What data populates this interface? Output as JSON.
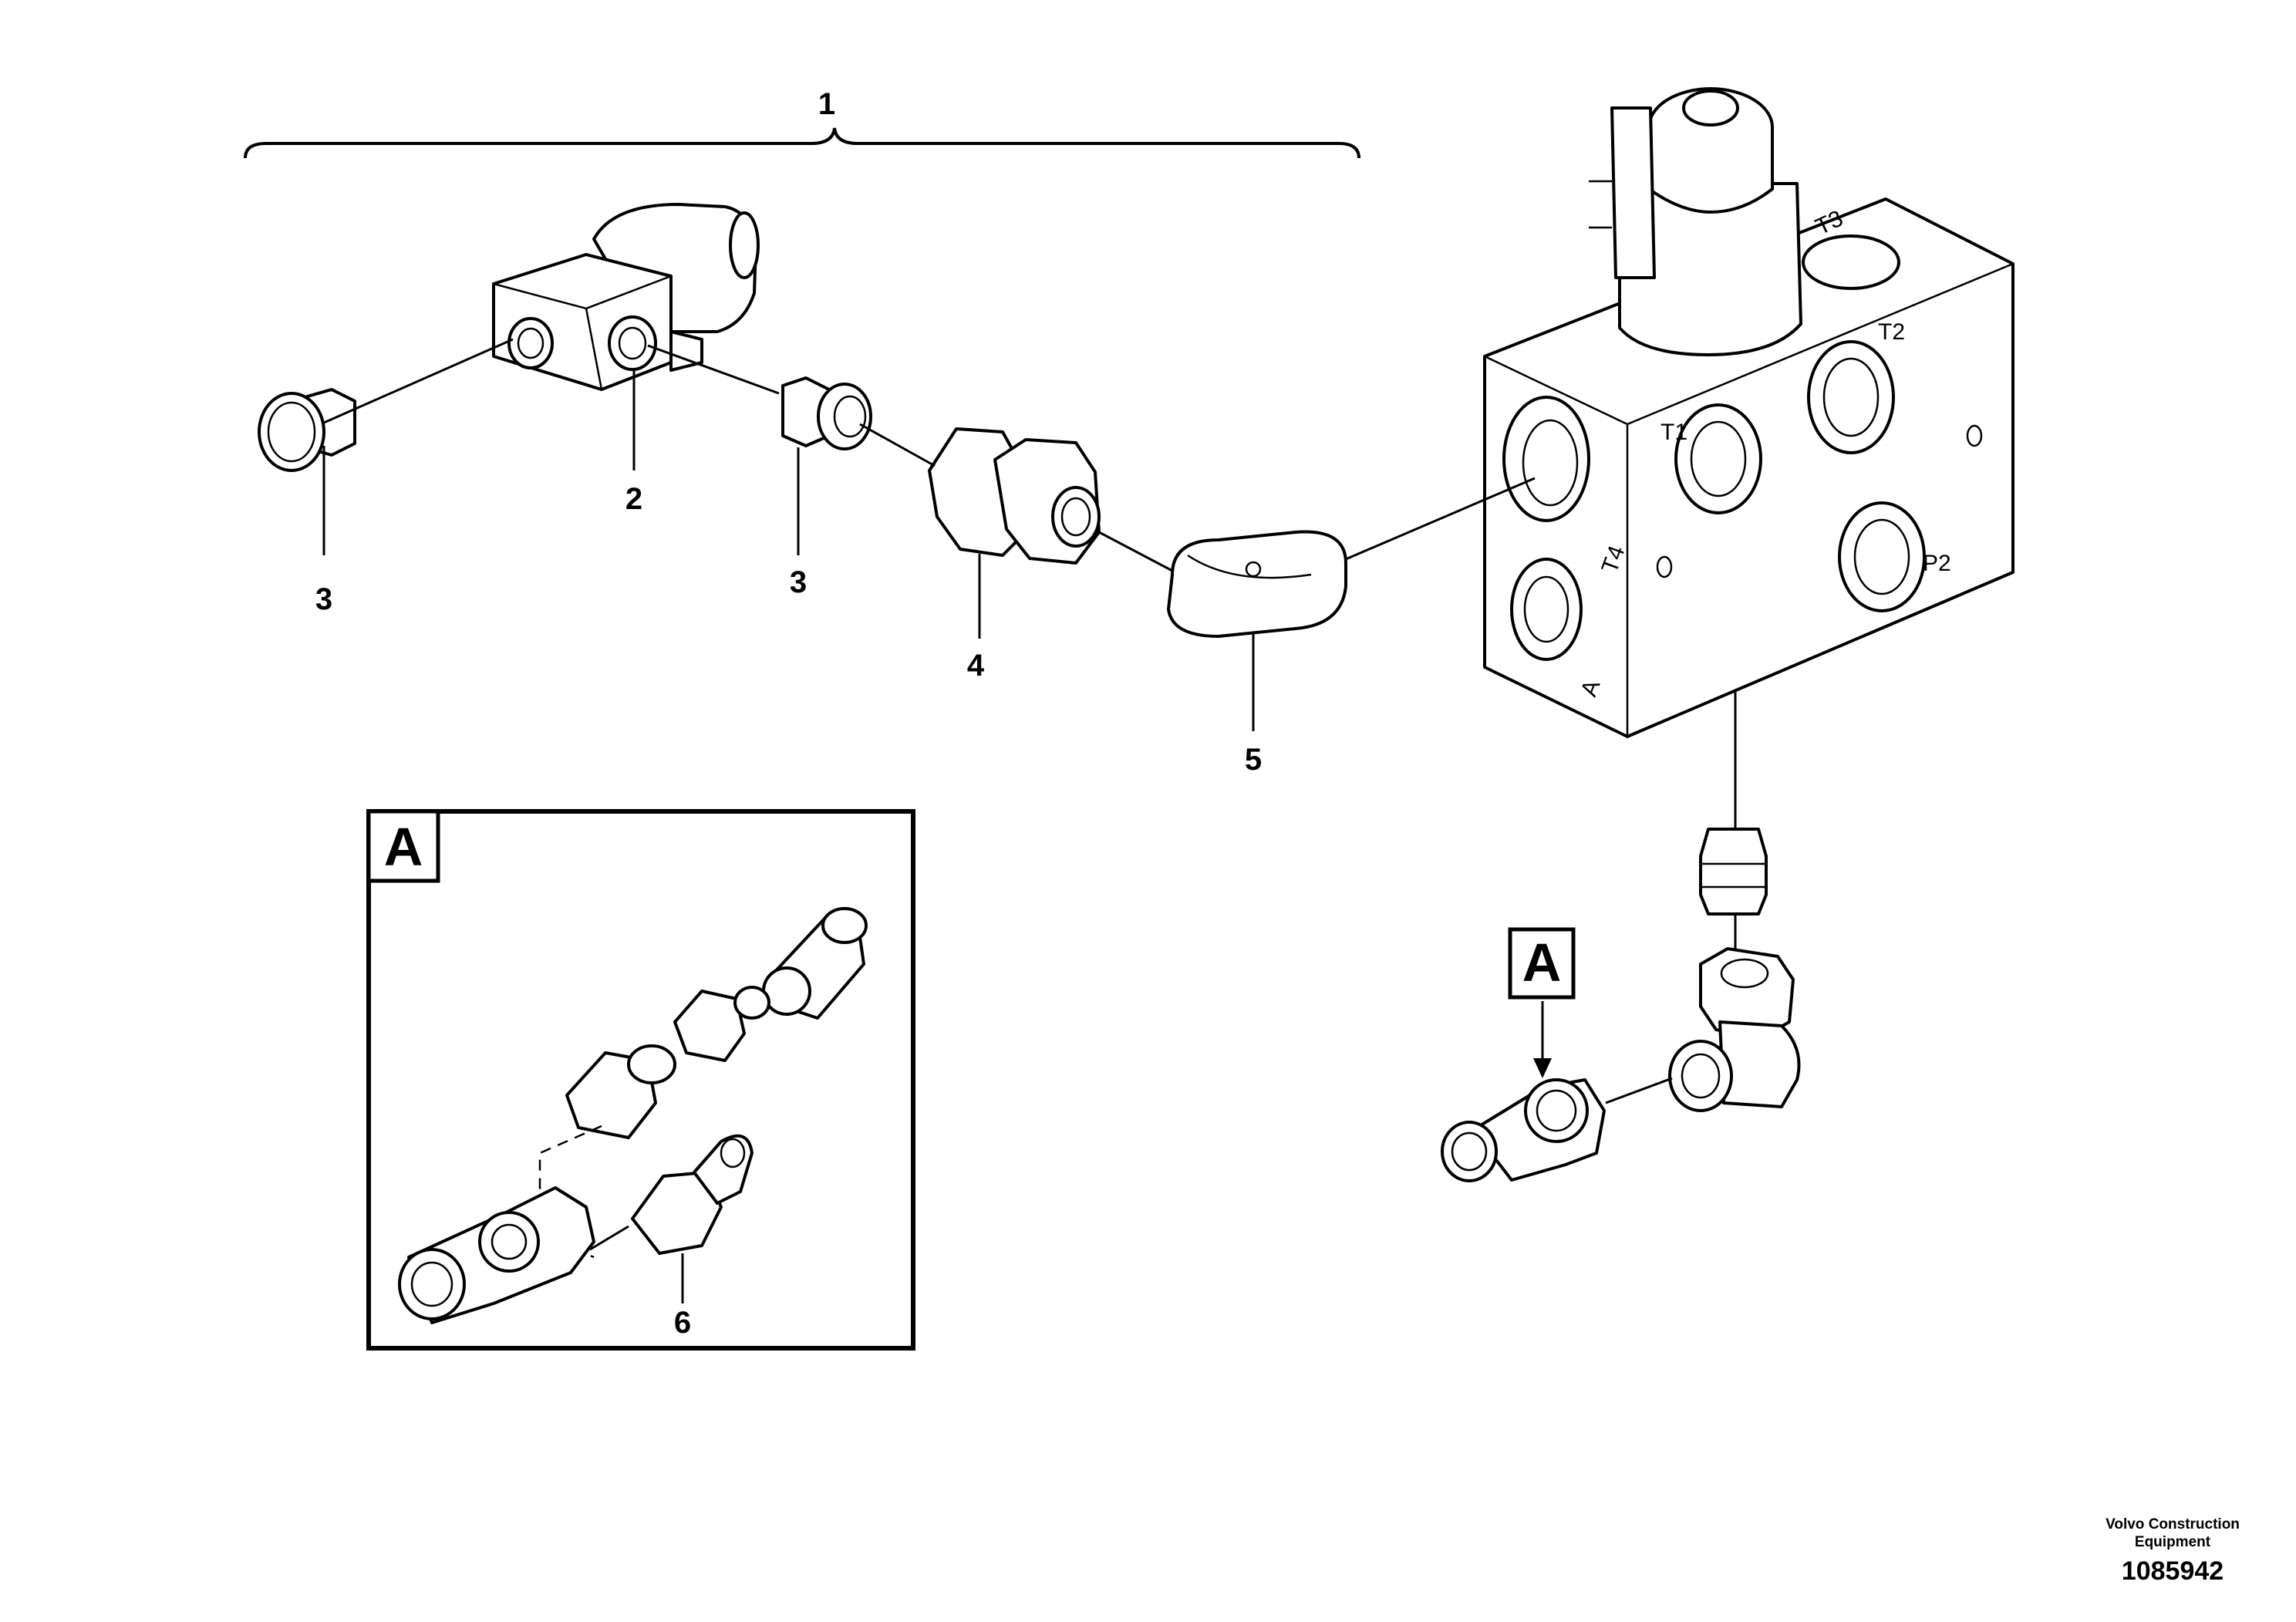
{
  "callouts": {
    "c1": "1",
    "c2": "2",
    "c3a": "3",
    "c3b": "3",
    "c4": "4",
    "c5": "5",
    "c6": "6"
  },
  "detail_marker": "A",
  "detail_box_label": "A",
  "ports": {
    "t1": "T1",
    "t2": "T2",
    "t3": "T3",
    "t4": "T4",
    "p2": "P2",
    "a": "A"
  },
  "footer": {
    "brand_line1": "Volvo Construction",
    "brand_line2": "Equipment",
    "doc_number": "1085942"
  }
}
